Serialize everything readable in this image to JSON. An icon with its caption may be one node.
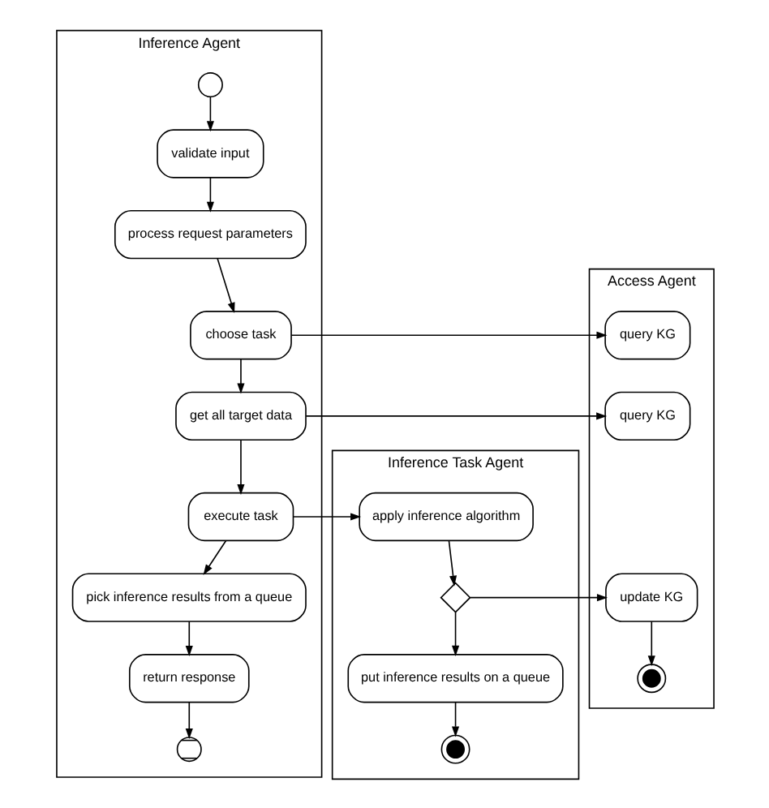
{
  "diagram": {
    "nodes": [
      {
        "text": [
          "Inference Agent"
        ]
      },
      {
        "text": [
          "Inference Task Agent"
        ]
      },
      {
        "text": [
          "Access Agent"
        ]
      },
      {
        "text": [],
        "shape": "circle",
        "in": 0
      },
      {
        "text": [
          "validate input"
        ],
        "in": 0
      },
      {
        "text": [
          "process request parameters"
        ],
        "in": 0
      },
      {
        "text": [
          "choose task"
        ],
        "in": 0
      },
      {
        "text": [
          "get all target data"
        ],
        "in": 0
      },
      {
        "text": [
          "execute task"
        ],
        "in": 0
      },
      {
        "text": [
          "pick inference results from a queue"
        ],
        "in": 0
      },
      {
        "text": [
          "return response"
        ],
        "in": 0
      },
      {
        "text": [],
        "shape": "crossed-circle",
        "in": 0
      },
      {
        "text": [
          "apply inference algorithm"
        ],
        "in": 1
      },
      {
        "text": [],
        "shape": "diamond",
        "in": 1
      },
      {
        "text": [
          "put inference results on a queue"
        ],
        "in": 1
      },
      {
        "text": [],
        "shape": "bullseye",
        "in": 1
      },
      {
        "text": [
          "query KG"
        ],
        "in": 2
      },
      {
        "text": [
          "query KG"
        ],
        "in": 2
      },
      {
        "text": [
          "update KG"
        ],
        "in": 2
      },
      {
        "text": [],
        "shape": "bullseye",
        "in": 2
      }
    ],
    "edges": [
      {
        "from": 3,
        "to": 4,
        "arrow": "to"
      },
      {
        "from": 4,
        "to": 5,
        "arrow": "to"
      },
      {
        "from": 5,
        "to": 6,
        "arrow": "to"
      },
      {
        "from": 6,
        "to": 7,
        "arrow": "to"
      },
      {
        "from": 7,
        "to": 8,
        "arrow": "to"
      },
      {
        "from": 8,
        "to": 9,
        "arrow": "to"
      },
      {
        "from": 9,
        "to": 10,
        "arrow": "to"
      },
      {
        "from": 10,
        "to": 11,
        "arrow": "to"
      },
      {
        "from": 6,
        "to": 16,
        "arrow": "to"
      },
      {
        "from": 7,
        "to": 17,
        "arrow": "to"
      },
      {
        "from": 8,
        "to": 12,
        "arrow": "to"
      },
      {
        "from": 12,
        "to": 13,
        "arrow": "to"
      },
      {
        "from": 13,
        "to": 14,
        "arrow": "to"
      },
      {
        "from": 14,
        "to": 15,
        "arrow": "to"
      },
      {
        "from": 13,
        "to": 18,
        "arrow": "to"
      },
      {
        "from": 18,
        "to": 19,
        "arrow": "to"
      }
    ]
  }
}
